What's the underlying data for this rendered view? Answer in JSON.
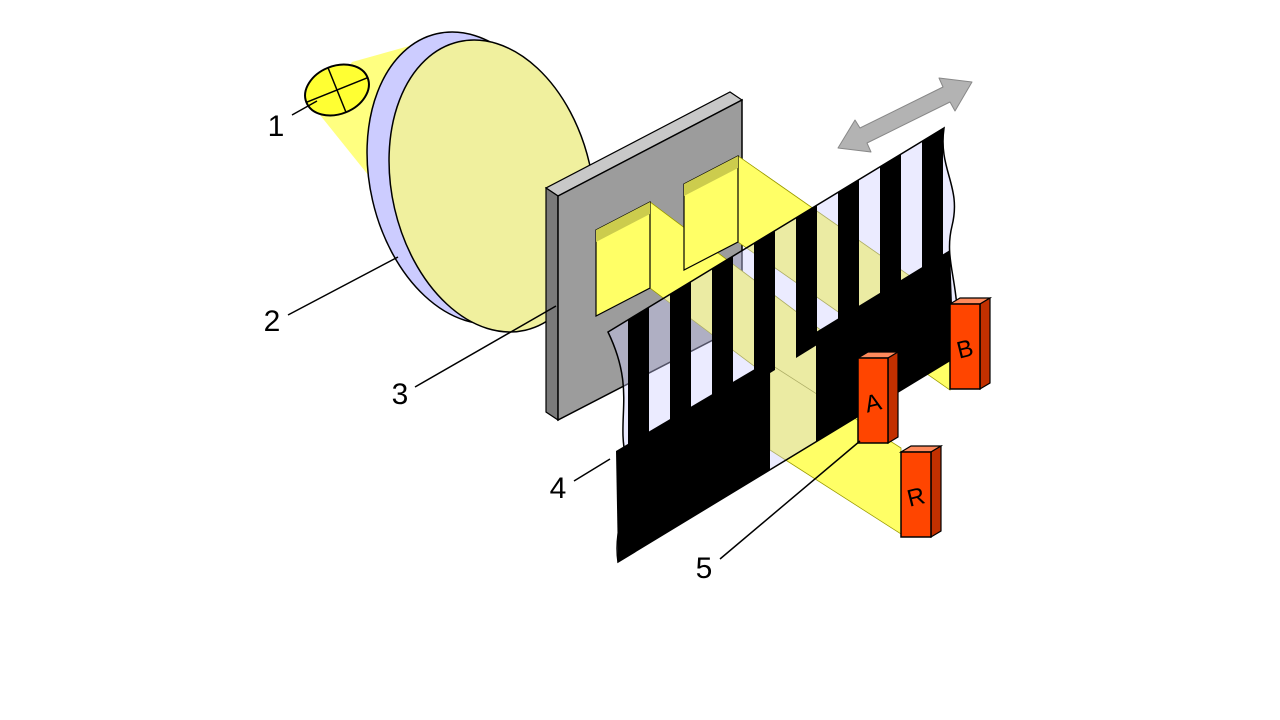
{
  "figure": {
    "background": "#FFFFFF",
    "callouts": [
      {
        "number": "1"
      },
      {
        "number": "2"
      },
      {
        "number": "3"
      },
      {
        "number": "4"
      },
      {
        "number": "5"
      }
    ],
    "detectors": [
      {
        "label": "A"
      },
      {
        "label": "B"
      },
      {
        "label": "R"
      }
    ],
    "colors": {
      "beam_yellow": "#FFFF66",
      "beam_top_yellow": "#FFFFB3",
      "cone_yellow": "#FFFF80",
      "source_yellow": "#FFFF33",
      "lens_rim_lavender": "#CCCCFF",
      "lens_face_yellow": "#F0F09E",
      "scale_film_lavender": "#CCCCFF",
      "mask_gray": "#9C9C9C",
      "detector_red": "#FF4500",
      "arrow_gray": "#B3B3B3",
      "stripe_black": "#000000"
    }
  }
}
